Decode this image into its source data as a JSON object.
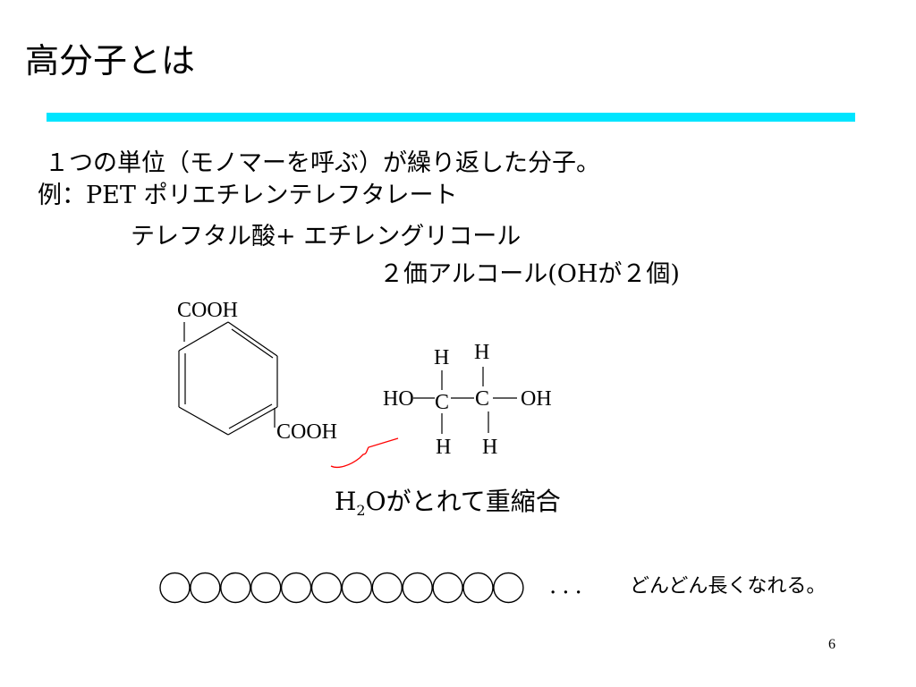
{
  "slide": {
    "title": "高分子とは",
    "accent_color": "#00e5ff",
    "line1": "１つの単位（モノマーを呼ぶ）が繰り返した分子。",
    "line2": "例：PET ポリエチレンテレフタレート",
    "line3": "テレフタル酸+ エチレングリコール",
    "line4": "２価アルコール(OHが２個)",
    "page_number": "6"
  },
  "diagram": {
    "terephthalic": {
      "cooh_top": "COOH",
      "cooh_bottom": "COOH"
    },
    "glycol": {
      "ho": "HO",
      "c1": "C",
      "c2": "C",
      "oh": "OH",
      "h_top1": "H",
      "h_top2": "H",
      "h_bottom1": "H",
      "h_bottom2": "H"
    },
    "brace_color": "#ff0000"
  },
  "reaction": {
    "h": "H",
    "sub": "2",
    "rest": "Oがとれて重縮合"
  },
  "chain": {
    "circle_count": 12,
    "dots": "...",
    "caption": "どんどん長くなれる。"
  }
}
